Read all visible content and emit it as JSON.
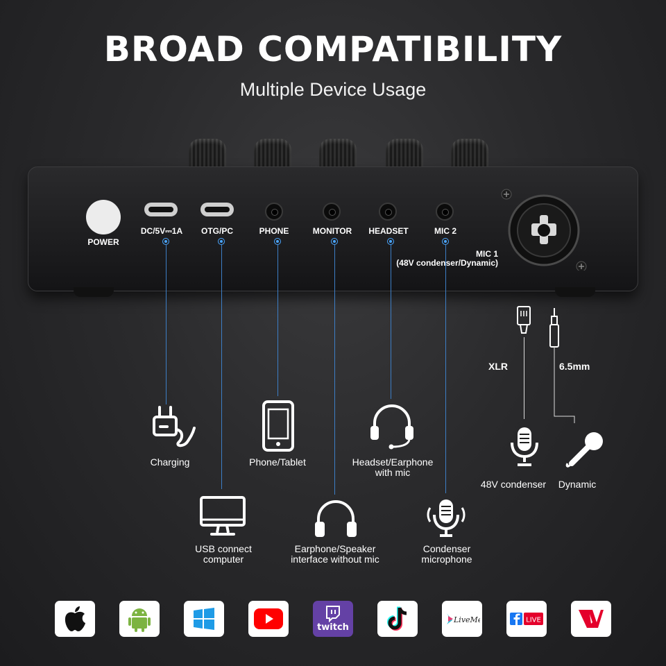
{
  "header": {
    "title": "BROAD COMPATIBILITY",
    "subtitle": "Multiple Device Usage"
  },
  "ports": {
    "power": "POWER",
    "dc": "DC/5V⎓1A",
    "otg": "OTG/PC",
    "phone": "PHONE",
    "monitor": "MONITOR",
    "headset": "HEADSET",
    "mic2": "MIC 2",
    "mic1": "MIC 1",
    "mic1_sub": "(48V condenser/Dynamic)"
  },
  "cables": {
    "xlr": "XLR",
    "jack": "6.5mm"
  },
  "devices": {
    "charging": "Charging",
    "usb_line1": "USB connect",
    "usb_line2": "computer",
    "phone_tablet": "Phone/Tablet",
    "earphone_line1": "Earphone/Speaker",
    "earphone_line2": "interface without mic",
    "headset_line1": "Headset/Earphone",
    "headset_line2": "with mic",
    "condenser_line1": "Condenser",
    "condenser_line2": "microphone",
    "condenser48": "48V condenser",
    "dynamic": "Dynamic"
  },
  "apps": {
    "twitch": "twitch",
    "liveme": "LiveMe",
    "fblive": "LIVE"
  },
  "colors": {
    "accent_line": "#3d7fc7",
    "youtube": "#ff0000",
    "twitch": "#6441a5",
    "facebook": "#1877f2"
  },
  "icons": [
    "power-plug-icon",
    "monitor-icon",
    "smartphone-icon",
    "headphones-icon",
    "headset-mic-icon",
    "condenser-mic-icon",
    "handheld-mic-icon",
    "xlr-connector-icon",
    "jack-connector-icon",
    "apple-icon",
    "android-icon",
    "windows-icon",
    "youtube-icon",
    "twitch-icon",
    "tiktok-icon",
    "liveme-icon",
    "facebook-live-icon",
    "app-logo-icon"
  ]
}
